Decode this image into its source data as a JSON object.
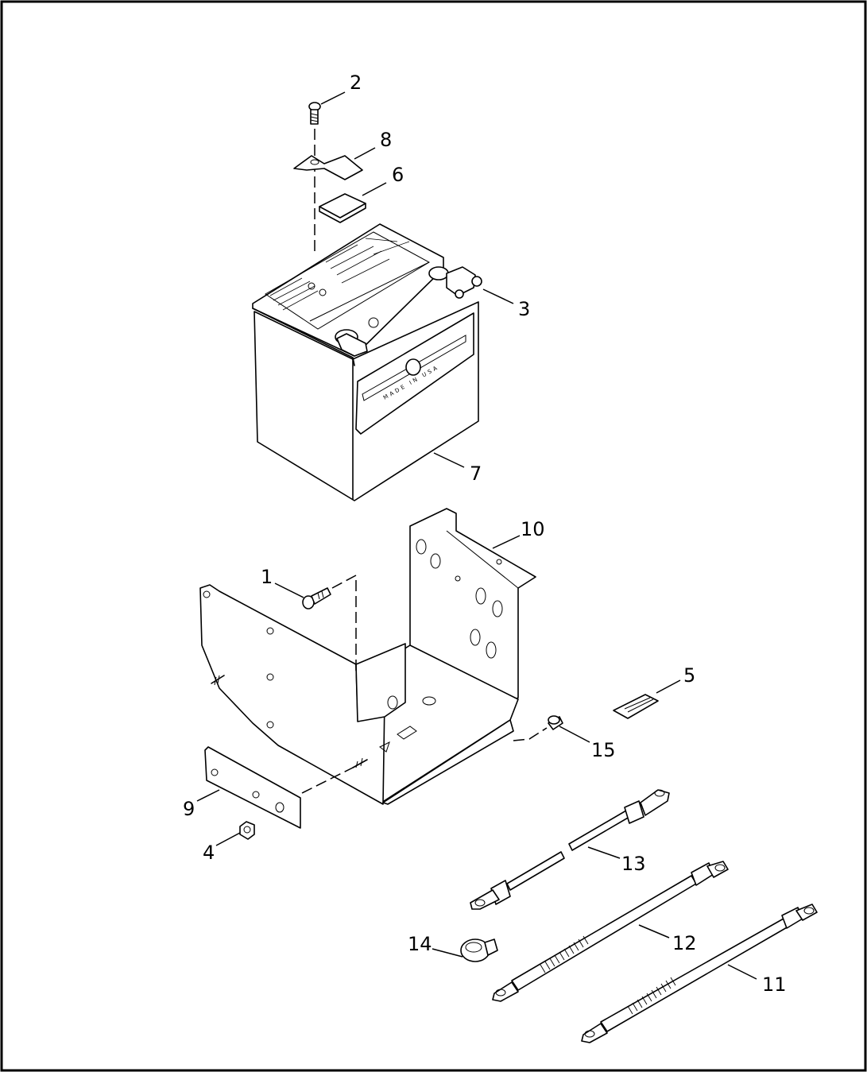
{
  "diagram": {
    "callouts": [
      "1",
      "2",
      "3",
      "4",
      "5",
      "6",
      "7",
      "8",
      "9",
      "10",
      "11",
      "12",
      "13",
      "14",
      "15"
    ],
    "battery_label": "MADE IN USA"
  }
}
